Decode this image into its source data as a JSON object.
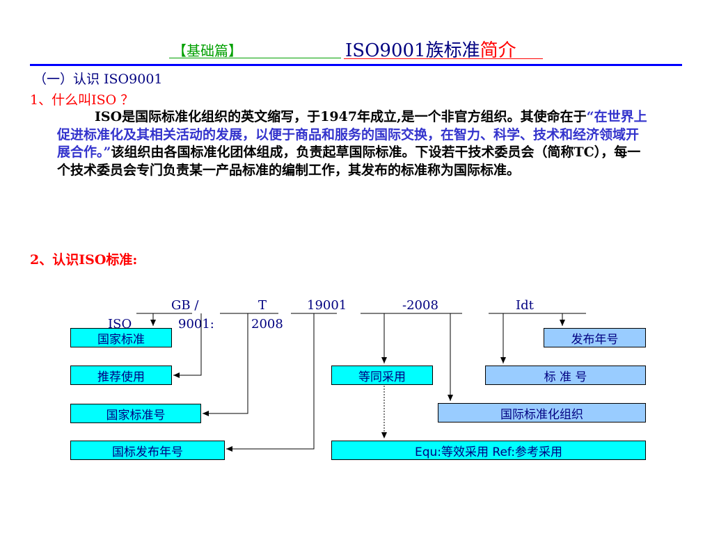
{
  "header": {
    "tag": "【基础篇】",
    "title_main": "ISO9001族标准",
    "title_accent": "简介"
  },
  "section1": {
    "heading": "（一）认识  ISO9001",
    "q1": "1、什么叫ISO ？",
    "para_a": "ISO是国际标准化组织的英文缩写，于1947年成立,是一个非官方组织。其使命在于",
    "para_quote": "“在世界上促进标准化及其相关活动的发展，以便于商品和服务的国际交换，在智力、科学、技术和经济领域开展合作。”",
    "para_b": "该组织由各国标准化团体组成，负责起草国际标准。下设若干技术委员会（简称TC），每一个技术委员会专门负责某一产品标准的编制工作，其发布的标准称为国际标准。",
    "q2": "2、认识ISO标准:"
  },
  "diagram": {
    "code_gb": "GB /",
    "code_t": "T",
    "code_num": "19001",
    "code_year": "-2008",
    "code_idt": "Idt",
    "iso_prefix": "ISO",
    "iso_num": "9001:",
    "iso_year": "2008",
    "boxes": {
      "national_std": "国家标准",
      "recommended": "推荐使用",
      "national_no": "国家标准号",
      "intl_year": "国标发布年号",
      "identical": "等同采用",
      "equ_ref": "Equ:等效采用  Ref:参考采用",
      "pub_year": "发布年号",
      "std_no": "标 准 号",
      "iso_org": "国际标准化组织"
    }
  }
}
